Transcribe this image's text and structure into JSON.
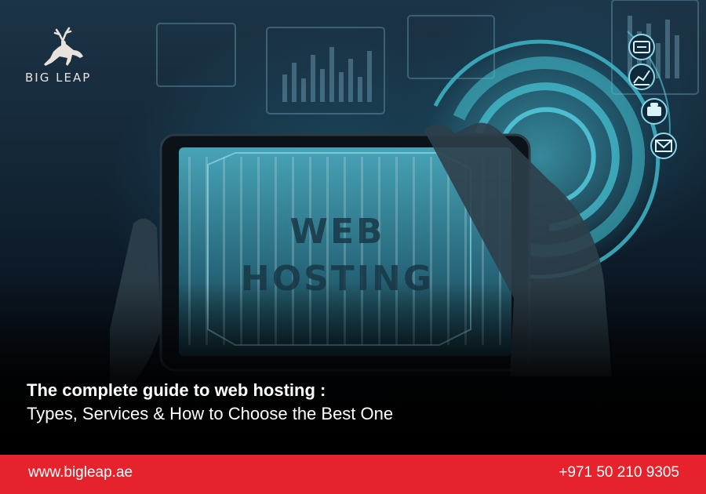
{
  "brand": {
    "logo_text": "BIG LEAP",
    "logo_icon": "deer-icon",
    "accent_color": "#e6232d"
  },
  "screen": {
    "line1": "WEB",
    "line2": "HOSTING"
  },
  "icons": [
    "server-icon",
    "chart-icon",
    "phone-icon",
    "mail-icon"
  ],
  "headline": {
    "line1": "The complete guide to web hosting :",
    "line2": "Types, Services & How to Choose the Best One"
  },
  "footer": {
    "url": "www.bigleap.ae",
    "phone": "+971 50 210 9305"
  }
}
